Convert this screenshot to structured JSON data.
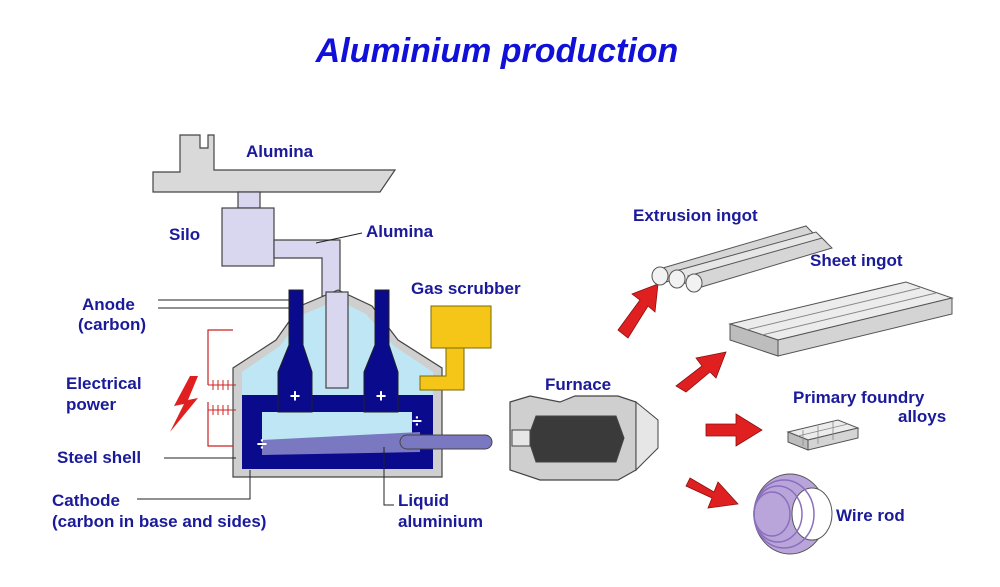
{
  "title": "Aluminium production",
  "labels": {
    "alumina_ship": "Alumina",
    "silo": "Silo",
    "alumina_pipe": "Alumina",
    "anode_line1": "Anode",
    "anode_line2": "(carbon)",
    "gas_scrubber": "Gas scrubber",
    "electrical_line1": "Electrical",
    "electrical_line2": "power",
    "steel_shell": "Steel shell",
    "cathode_line1": "Cathode",
    "cathode_line2": "(carbon in base and sides)",
    "liquid_line1": "Liquid",
    "liquid_line2": "aluminium",
    "furnace": "Furnace",
    "extrusion_ingot": "Extrusion ingot",
    "sheet_ingot": "Sheet ingot",
    "foundry_line1": "Primary foundry",
    "foundry_line2": "alloys",
    "wire_rod": "Wire rod"
  },
  "signs": {
    "plus": "+",
    "minus": "÷"
  },
  "colors": {
    "title": "#1010d8",
    "label": "#1a1a9a",
    "navy": "#0a0a8c",
    "arrow": "#e02020",
    "scrubber": "#f5c518",
    "pipe": "#d9d7ef",
    "electrolyte": "#bfe6f4",
    "metal": "#7a78c0"
  }
}
